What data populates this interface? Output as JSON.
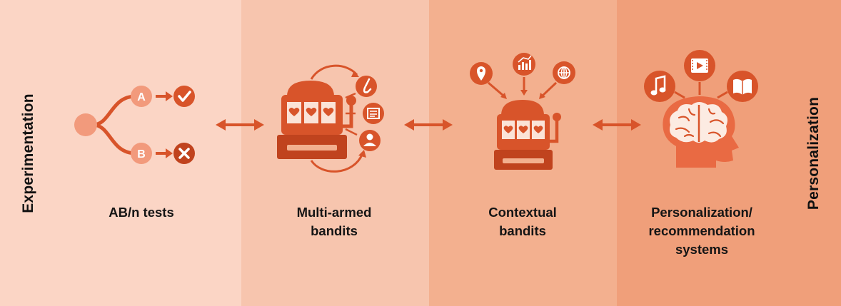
{
  "side_labels": {
    "left": "Experimentation",
    "right": "Personalization"
  },
  "stages": [
    {
      "label_lines": [
        "AB/n tests"
      ]
    },
    {
      "label_lines": [
        "Multi-armed",
        "bandits"
      ]
    },
    {
      "label_lines": [
        "Contextual",
        "bandits"
      ]
    },
    {
      "label_lines": [
        "Personalization/",
        "recommendation",
        "systems"
      ]
    }
  ],
  "ab_test": {
    "option_a": "A",
    "option_b": "B"
  },
  "colors": {
    "accent": "#d8542a",
    "accent_dark": "#c0431e",
    "accent_light": "#f29a7c",
    "band_1": "#fbd5c5",
    "band_2": "#f7c5ae",
    "band_3": "#f3b08f",
    "band_4": "#f09f7a"
  },
  "icons": [
    "split-icon",
    "check-icon",
    "cross-icon",
    "slot-machine-icon",
    "saxophone-icon",
    "newspaper-icon",
    "user-icon",
    "location-pin-icon",
    "chart-icon",
    "globe-icon",
    "music-icon",
    "video-icon",
    "book-icon",
    "brain-icon",
    "double-arrow-icon"
  ]
}
